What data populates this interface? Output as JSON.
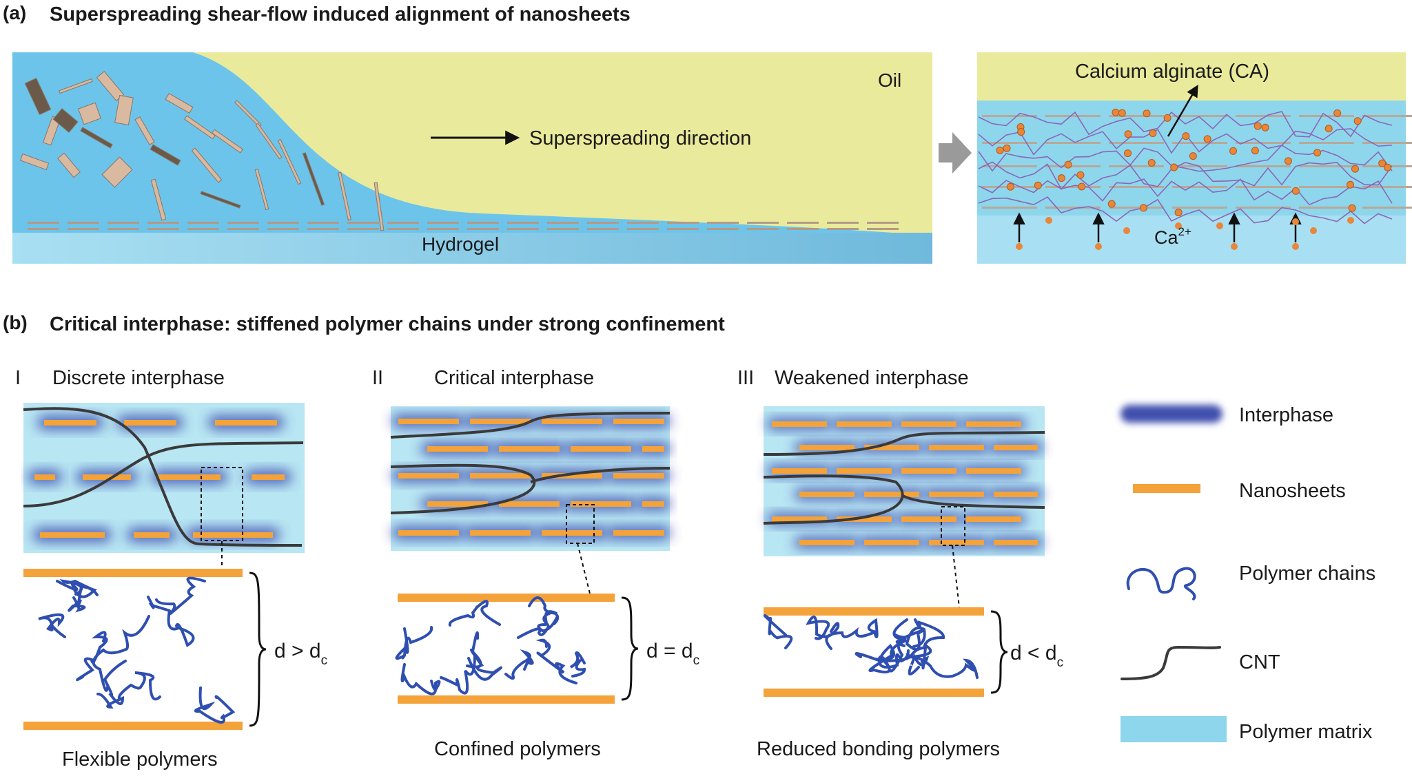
{
  "panel_a": {
    "label": "(a)",
    "title": "Superspreading shear-flow induced alignment of nanosheets",
    "oil": "Oil",
    "direction": "Superspreading direction",
    "hydrogel": "Hydrogel",
    "ca_label": "Calcium alginate (CA)",
    "ca_ion": "Ca",
    "ca_ion_charge": "2+"
  },
  "panel_b": {
    "label": "(b)",
    "title": "Critical interphase: stiffened polymer chains under strong confinement",
    "cases": [
      {
        "numeral": "I",
        "title": "Discrete interphase",
        "relation": "d > d",
        "sub": "c",
        "caption": "Flexible polymers"
      },
      {
        "numeral": "II",
        "title": "Critical interphase",
        "relation": "d = d",
        "sub": "c",
        "caption": "Confined polymers"
      },
      {
        "numeral": "III",
        "title": "Weakened interphase",
        "relation": "d < d",
        "sub": "c",
        "caption": "Reduced bonding polymers"
      }
    ],
    "legend": [
      {
        "label": "Interphase"
      },
      {
        "label": "Nanosheets"
      },
      {
        "label": "Polymer chains"
      },
      {
        "label": "CNT"
      },
      {
        "label": "Polymer matrix"
      }
    ]
  },
  "colors": {
    "oil": "#eaea9c",
    "matrix": "#8ed6ec",
    "matrix_light": "#b8e6f3",
    "interphase": "#3f4fae",
    "nanosheet": "#f4a23a",
    "chain": "#2f4fb0",
    "cnt": "#3a3a3a",
    "ion": "#e8863a",
    "flake": "#d9b9a0"
  }
}
